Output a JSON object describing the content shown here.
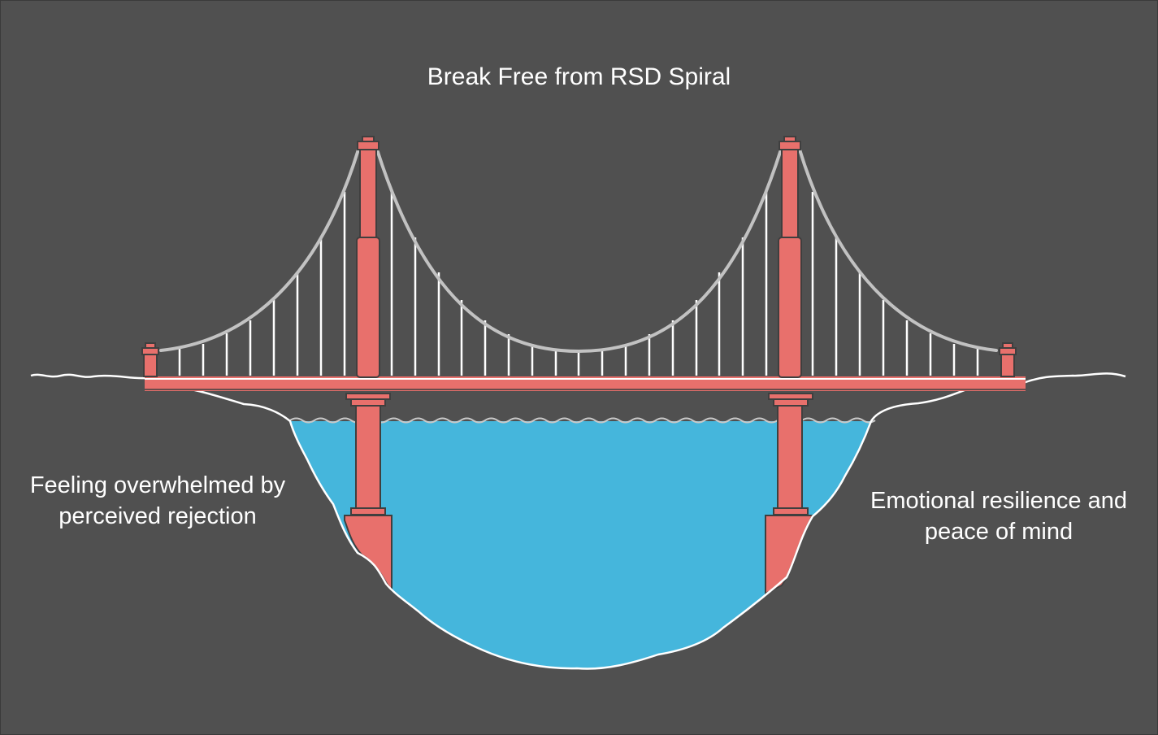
{
  "title": "Break Free from RSD Spiral",
  "left_label": "Feeling overwhelmed by perceived rejection",
  "right_label": "Emotional resilience and peace of mind",
  "colors": {
    "background": "#505050",
    "bridge": "#e8706c",
    "water": "#45b6dc",
    "cable": "#c2c2c2",
    "outline": "#ffffff"
  }
}
